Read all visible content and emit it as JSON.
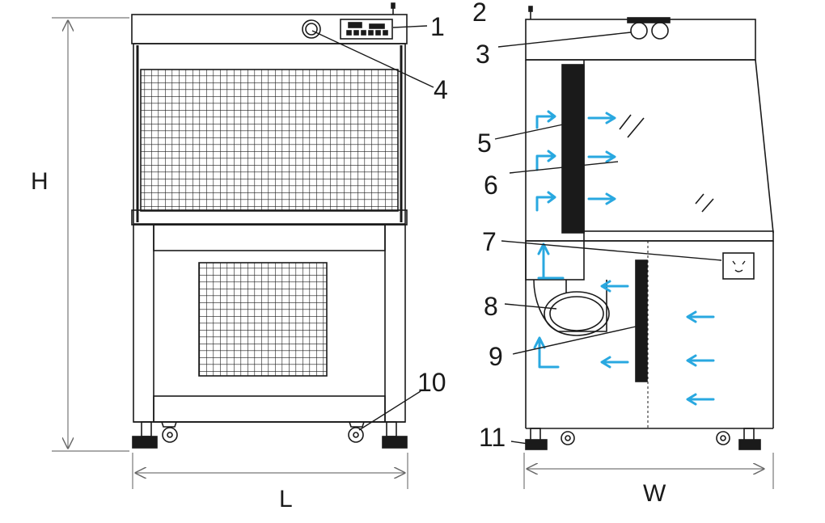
{
  "dimensions": {
    "height_label": "H",
    "length_label": "L",
    "width_label": "W"
  },
  "callouts": [
    "1",
    "2",
    "3",
    "4",
    "5",
    "6",
    "7",
    "8",
    "9",
    "10",
    "11"
  ],
  "colors": {
    "line": "#1a1a1a",
    "filter": "#1a1a1a",
    "airflow": "#29a8e0",
    "background": "#ffffff"
  }
}
